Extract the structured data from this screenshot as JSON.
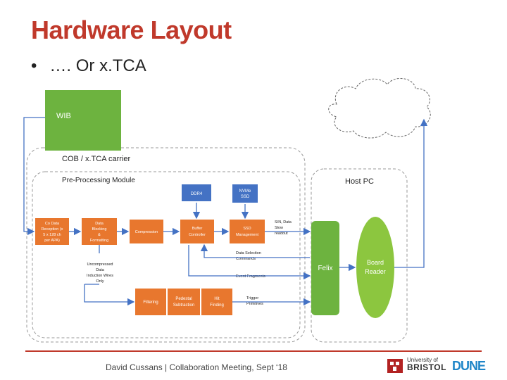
{
  "slide": {
    "title": "Hardware Layout",
    "bullet": "…. Or x.TCA"
  },
  "diagram": {
    "wib": "WIB",
    "carrier": "COB  / x.TCA carrier",
    "ppm": "Pre-Processing Module",
    "host_pc": "Host PC",
    "ddr4": "DDR4",
    "nvme": [
      "NVMe",
      "SSD"
    ],
    "colddata": [
      "Co Data",
      "Reception (x",
      "5 x 128 ch",
      "per APA)"
    ],
    "data_blocking": [
      "Data",
      "Blocking",
      "&",
      "Formatting"
    ],
    "compression": "Compression",
    "buffer": [
      "Buffer",
      "Controller"
    ],
    "ssd_mgmt": [
      "SSD",
      "Management"
    ],
    "sn_data": [
      "S/N, Data",
      "Slow",
      "readout"
    ],
    "data_selection": [
      "Data Selection",
      "Commands"
    ],
    "event_fragments": "Event Fragments",
    "uncompressed": [
      "Uncompressed",
      "Data",
      "Induction Wires",
      "Only"
    ],
    "filtering": "Filtering",
    "pedestal": [
      "Pedestal",
      "Subtraction"
    ],
    "hit_finding": [
      "Hit",
      "Finding"
    ],
    "trigger_primitives": [
      "Trigger",
      "Primitives"
    ],
    "felix": "Felix",
    "board_reader": [
      "Board",
      "Reader"
    ]
  },
  "footer": {
    "text": "David Cussans | Collaboration Meeting, Sept ‘18",
    "uni_small": "University of",
    "uni_big": "BRISTOL",
    "dune": "DUNE"
  },
  "colors": {
    "title": "#c0392b",
    "orange": "#e8772e",
    "blue": "#4472c4",
    "green": "#6db33f",
    "lime": "#8cc63f",
    "arrow": "#4472c4"
  }
}
